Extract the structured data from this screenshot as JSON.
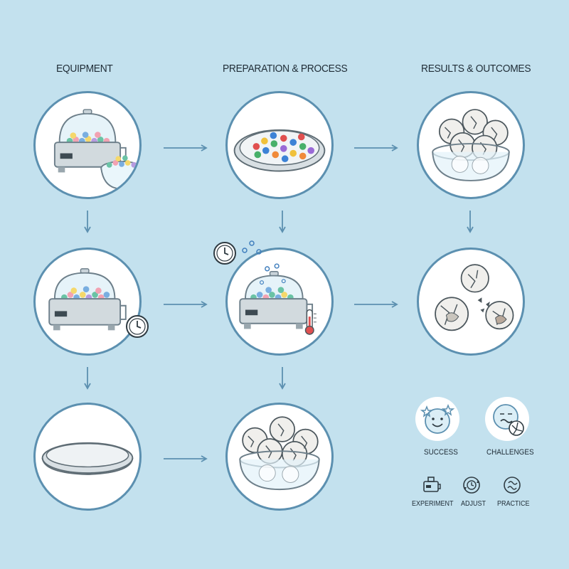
{
  "headings": {
    "equipment": "EQUIPMENT",
    "preparation": "PREPARATION & PROCESS",
    "results": "RESULTS & OUTCOMES"
  },
  "outcomes": {
    "success": "SUCCESS",
    "challenges": "CHALLENGES"
  },
  "actions": {
    "experiment": "EXPERIMENT",
    "adjust": "ADJUST",
    "practice": "PRACTICE"
  },
  "colors": {
    "background": "#c3e1ee",
    "circle_border": "#5c90b0",
    "arrow": "#5c90b0",
    "accent_star": "#5c90b0"
  },
  "icons": {
    "clock": "clock-icon",
    "thermometer": "thermometer-icon",
    "experiment": "machine-icon",
    "adjust": "cycle-icon",
    "practice": "brain-icon"
  }
}
